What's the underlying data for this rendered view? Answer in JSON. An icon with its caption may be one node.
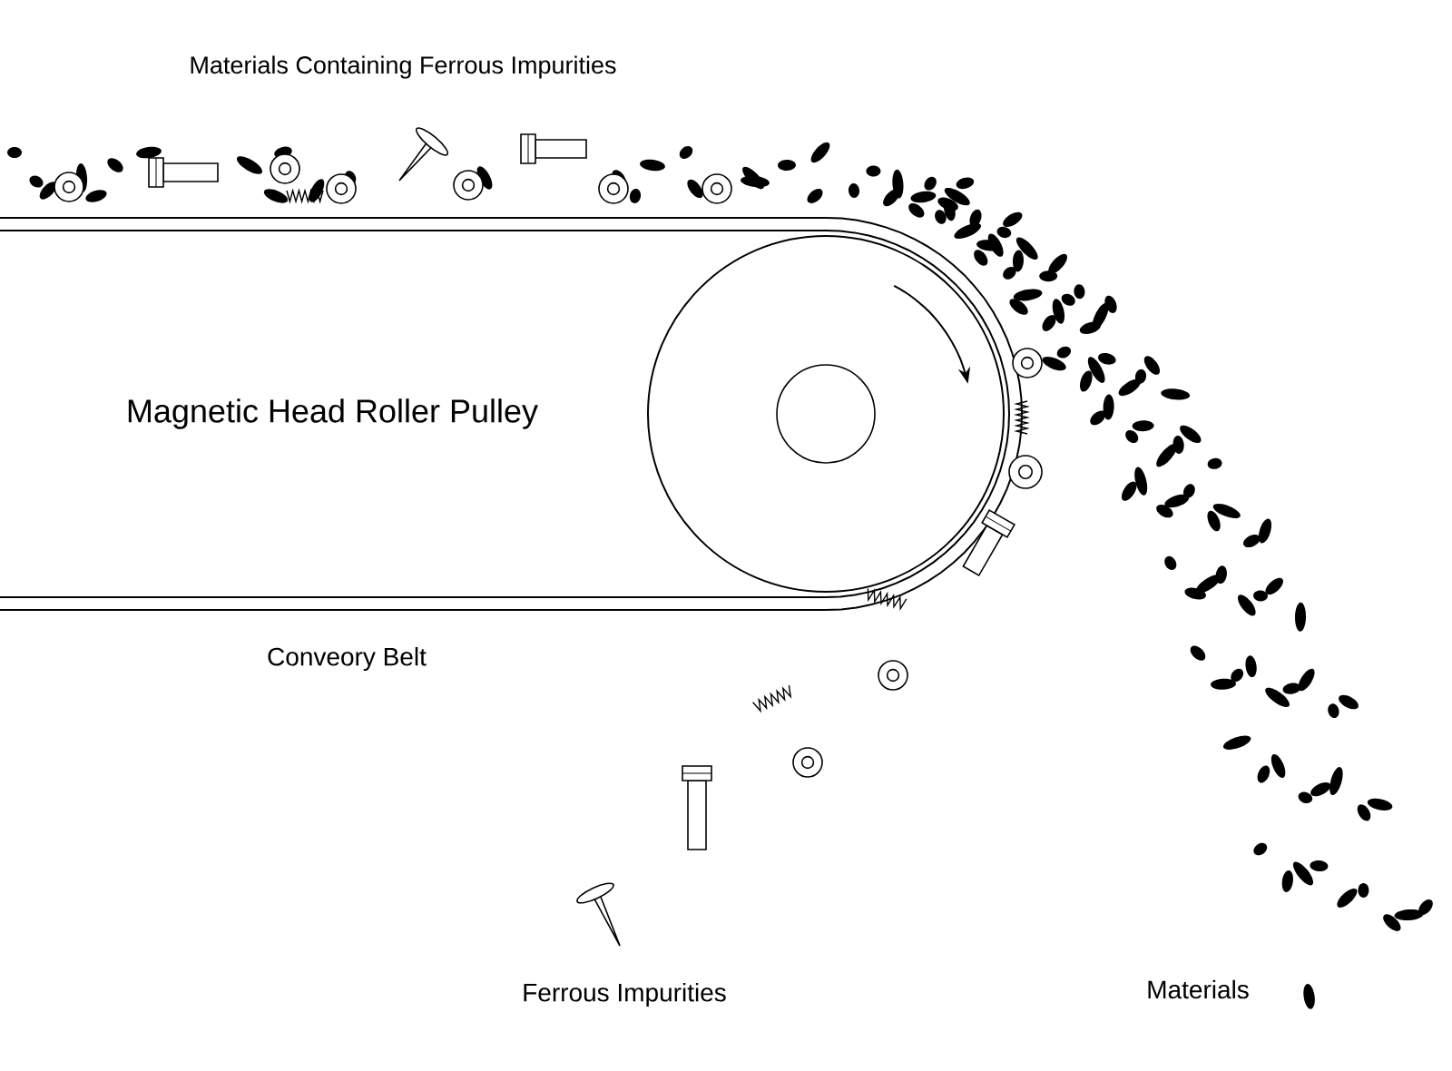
{
  "diagram": {
    "labels": [
      "Materials Containing Ferrous Impurities",
      "Magnetic Head Roller Pulley",
      "Conveory Belt",
      "Ferrous Impurities",
      "Materials"
    ]
  }
}
